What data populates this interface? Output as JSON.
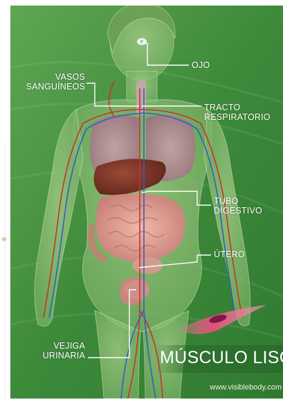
{
  "labels": {
    "eye": "OJO",
    "vessels_line1": "VASOS",
    "vessels_line2": "SANGUÍNEOS",
    "respiratory_line1": "TRACTO",
    "respiratory_line2": "RESPIRATORIO",
    "digestive_line1": "TUBO",
    "digestive_line2": "DIGESTIVO",
    "uterus": "ÚTERO",
    "bladder_line1": "VEJIGA",
    "bladder_line2": "URINARIA"
  },
  "banner": "MÚSCULO LISO",
  "credit": "www.visiblebody.com",
  "colors": {
    "background": "#3f8a3c",
    "label": "#ffffff",
    "banner_text": "#ffffff",
    "smooth_muscle_cell": "#e0517a"
  }
}
